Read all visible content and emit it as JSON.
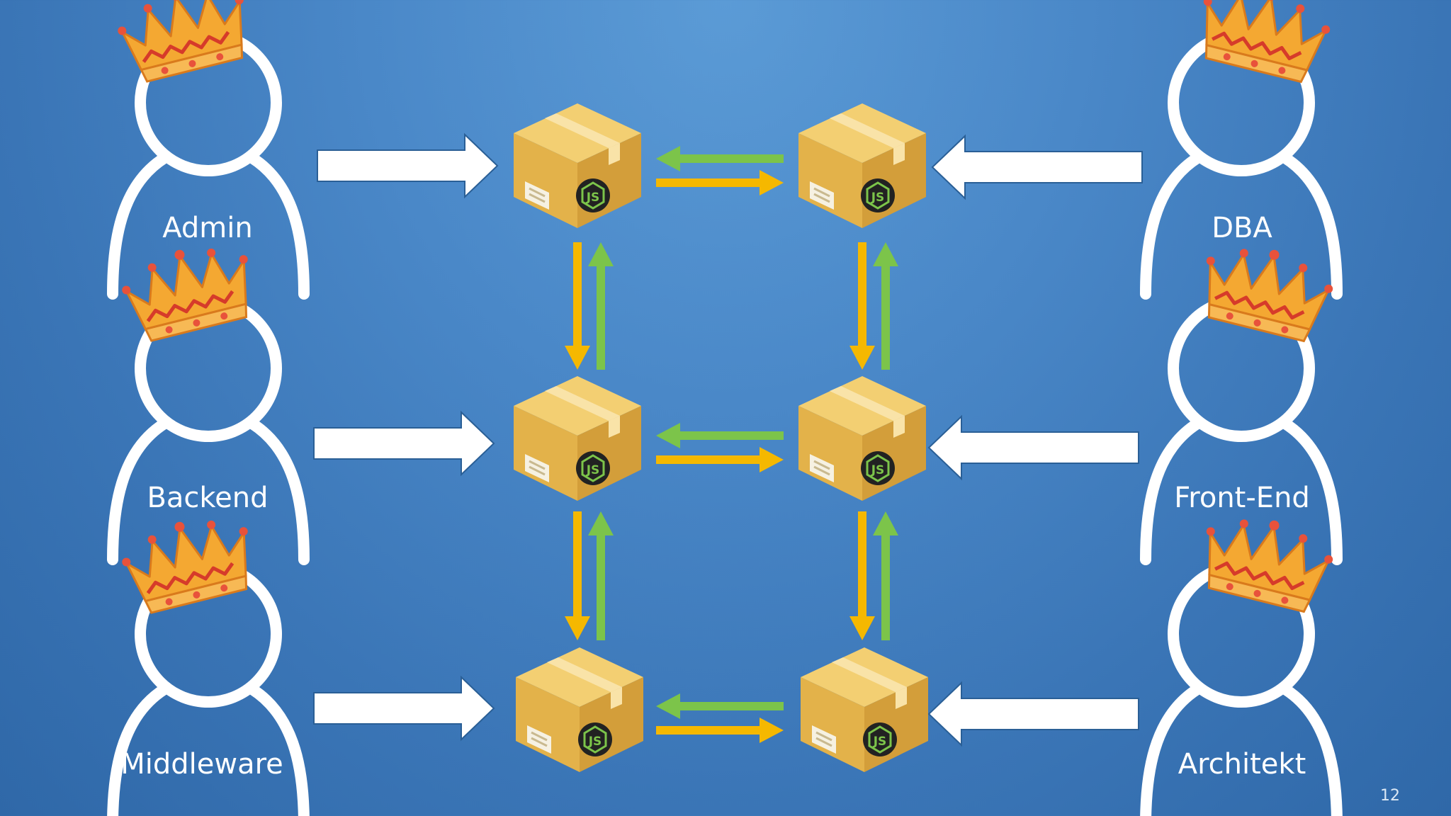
{
  "roles": {
    "admin": "Admin",
    "dba": "DBA",
    "backend": "Backend",
    "frontend": "Front-End",
    "middleware": "Middleware",
    "architekt": "Architekt"
  },
  "page_number": "12",
  "package_logo_text": "JS",
  "colors": {
    "background": "#3f7fc0",
    "person_outline": "#ffffff",
    "input_arrow": "#ffffff",
    "forward_arrow": "#f5b800",
    "backward_arrow": "#7cc44a",
    "box": "#e8b84a",
    "crown": "#f4a832"
  },
  "icons": {
    "person": "person-icon",
    "crown": "crown-icon",
    "package": "package-box-icon"
  }
}
